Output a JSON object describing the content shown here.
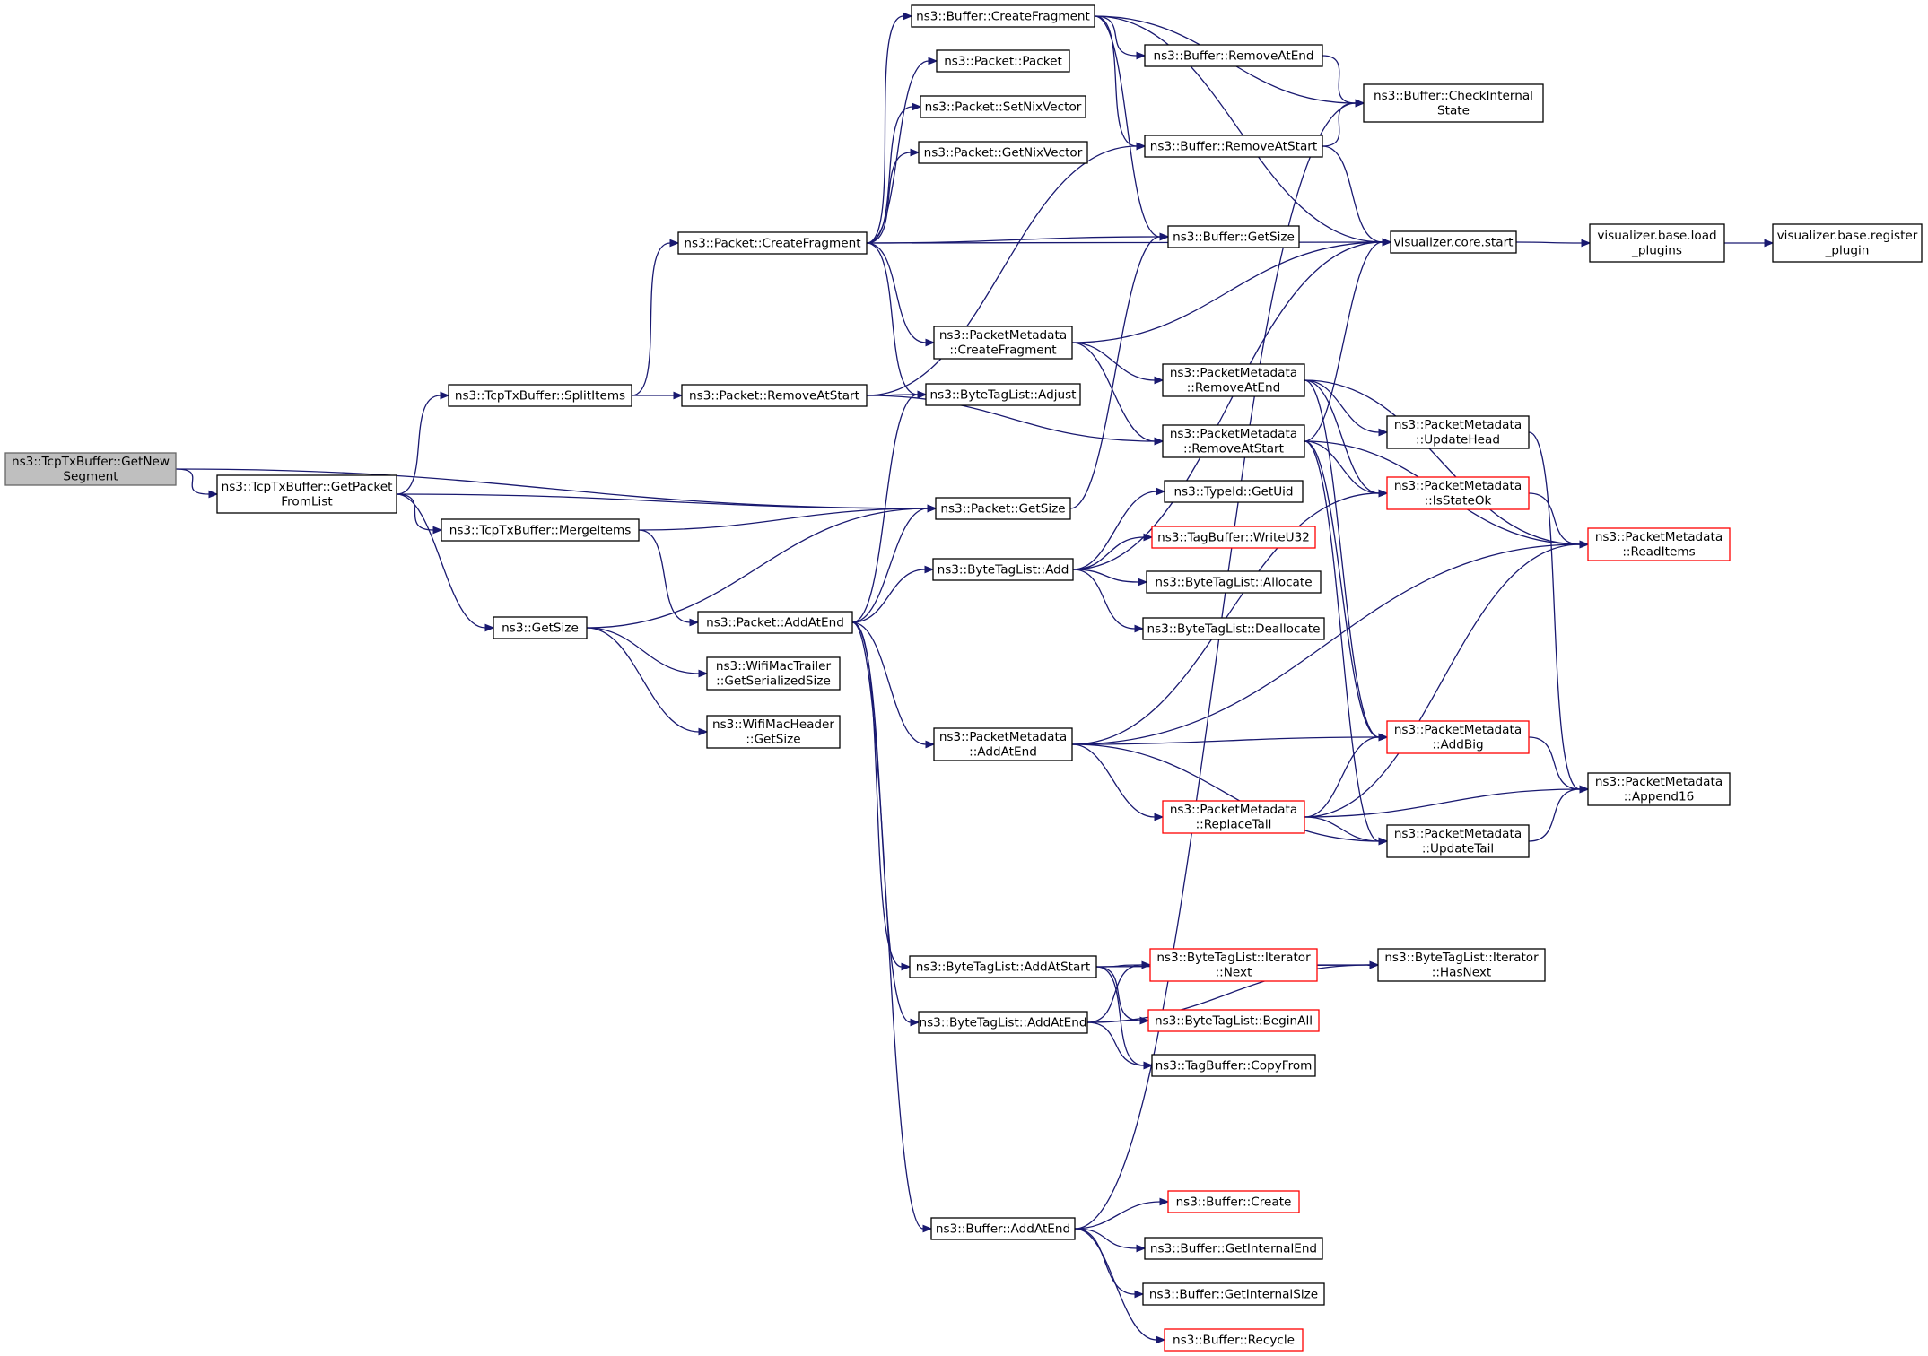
{
  "colors": {
    "edge": "#191970",
    "node_border": "#000000",
    "truncated_border": "#ff0000",
    "root_fill": "#bfbfbf"
  },
  "nodes": [
    {
      "id": "root",
      "lines": [
        "ns3::TcpTxBuffer::GetNew",
        "Segment"
      ],
      "style": "root"
    },
    {
      "id": "getpacketfromlist",
      "lines": [
        "ns3::TcpTxBuffer::GetPacket",
        "FromList"
      ]
    },
    {
      "id": "splititems",
      "lines": [
        "ns3::TcpTxBuffer::SplitItems"
      ]
    },
    {
      "id": "mergeitems",
      "lines": [
        "ns3::TcpTxBuffer::MergeItems"
      ]
    },
    {
      "id": "getsize",
      "lines": [
        "ns3::GetSize"
      ]
    },
    {
      "id": "packet_createfragment",
      "lines": [
        "ns3::Packet::CreateFragment"
      ]
    },
    {
      "id": "packet_removeatstart",
      "lines": [
        "ns3::Packet::RemoveAtStart"
      ]
    },
    {
      "id": "packet_addatend",
      "lines": [
        "ns3::Packet::AddAtEnd"
      ]
    },
    {
      "id": "wifimactrailer",
      "lines": [
        "ns3::WifiMacTrailer",
        "::GetSerializedSize"
      ]
    },
    {
      "id": "wifimacheader",
      "lines": [
        "ns3::WifiMacHeader",
        "::GetSize"
      ]
    },
    {
      "id": "buffer_createfragment",
      "lines": [
        "ns3::Buffer::CreateFragment"
      ]
    },
    {
      "id": "packet_packet",
      "lines": [
        "ns3::Packet::Packet"
      ]
    },
    {
      "id": "packet_setnix",
      "lines": [
        "ns3::Packet::SetNixVector"
      ]
    },
    {
      "id": "packet_getnix",
      "lines": [
        "ns3::Packet::GetNixVector"
      ]
    },
    {
      "id": "pm_createfragment",
      "lines": [
        "ns3::PacketMetadata",
        "::CreateFragment"
      ]
    },
    {
      "id": "btl_adjust",
      "lines": [
        "ns3::ByteTagList::Adjust"
      ]
    },
    {
      "id": "packet_getsize",
      "lines": [
        "ns3::Packet::GetSize"
      ]
    },
    {
      "id": "btl_add",
      "lines": [
        "ns3::ByteTagList::Add"
      ]
    },
    {
      "id": "pm_addatend",
      "lines": [
        "ns3::PacketMetadata",
        "::AddAtEnd"
      ]
    },
    {
      "id": "btl_addatstart",
      "lines": [
        "ns3::ByteTagList::AddAtStart"
      ]
    },
    {
      "id": "btl_addatend",
      "lines": [
        "ns3::ByteTagList::AddAtEnd"
      ]
    },
    {
      "id": "buffer_addatend",
      "lines": [
        "ns3::Buffer::AddAtEnd"
      ]
    },
    {
      "id": "buffer_removeatend",
      "lines": [
        "ns3::Buffer::RemoveAtEnd"
      ]
    },
    {
      "id": "buffer_removeatstart",
      "lines": [
        "ns3::Buffer::RemoveAtStart"
      ]
    },
    {
      "id": "buffer_getsize",
      "lines": [
        "ns3::Buffer::GetSize"
      ]
    },
    {
      "id": "pm_removeatend",
      "lines": [
        "ns3::PacketMetadata",
        "::RemoveAtEnd"
      ]
    },
    {
      "id": "pm_removeatstart",
      "lines": [
        "ns3::PacketMetadata",
        "::RemoveAtStart"
      ]
    },
    {
      "id": "typeid_getuid",
      "lines": [
        "ns3::TypeId::GetUid"
      ]
    },
    {
      "id": "tagbuffer_writeu32",
      "lines": [
        "ns3::TagBuffer::WriteU32"
      ],
      "style": "trunc"
    },
    {
      "id": "btl_allocate",
      "lines": [
        "ns3::ByteTagList::Allocate"
      ]
    },
    {
      "id": "btl_deallocate",
      "lines": [
        "ns3::ByteTagList::Deallocate"
      ]
    },
    {
      "id": "pm_replacetail",
      "lines": [
        "ns3::PacketMetadata",
        "::ReplaceTail"
      ],
      "style": "trunc"
    },
    {
      "id": "btl_iter_next",
      "lines": [
        "ns3::ByteTagList::Iterator",
        "::Next"
      ],
      "style": "trunc"
    },
    {
      "id": "btl_beginall",
      "lines": [
        "ns3::ByteTagList::BeginAll"
      ],
      "style": "trunc"
    },
    {
      "id": "tagbuffer_copyfrom",
      "lines": [
        "ns3::TagBuffer::CopyFrom"
      ]
    },
    {
      "id": "buffer_create",
      "lines": [
        "ns3::Buffer::Create"
      ],
      "style": "trunc"
    },
    {
      "id": "buffer_getinternalend",
      "lines": [
        "ns3::Buffer::GetInternalEnd"
      ]
    },
    {
      "id": "buffer_getinternalsize",
      "lines": [
        "ns3::Buffer::GetInternalSize"
      ]
    },
    {
      "id": "buffer_recycle",
      "lines": [
        "ns3::Buffer::Recycle"
      ],
      "style": "trunc"
    },
    {
      "id": "buffer_checkinternal",
      "lines": [
        "ns3::Buffer::CheckInternal",
        "State"
      ]
    },
    {
      "id": "viz_core_start",
      "lines": [
        "visualizer.core.start"
      ]
    },
    {
      "id": "pm_updatehead",
      "lines": [
        "ns3::PacketMetadata",
        "::UpdateHead"
      ]
    },
    {
      "id": "pm_isstateok",
      "lines": [
        "ns3::PacketMetadata",
        "::IsStateOk"
      ],
      "style": "trunc"
    },
    {
      "id": "pm_addbig",
      "lines": [
        "ns3::PacketMetadata",
        "::AddBig"
      ],
      "style": "trunc"
    },
    {
      "id": "pm_updatetail",
      "lines": [
        "ns3::PacketMetadata",
        "::UpdateTail"
      ]
    },
    {
      "id": "btl_iter_hasnext",
      "lines": [
        "ns3::ByteTagList::Iterator",
        "::HasNext"
      ]
    },
    {
      "id": "viz_base_load",
      "lines": [
        "visualizer.base.load",
        "_plugins"
      ]
    },
    {
      "id": "pm_readitems",
      "lines": [
        "ns3::PacketMetadata",
        "::ReadItems"
      ],
      "style": "trunc"
    },
    {
      "id": "pm_append16",
      "lines": [
        "ns3::PacketMetadata",
        "::Append16"
      ]
    },
    {
      "id": "viz_base_register",
      "lines": [
        "visualizer.base.register",
        "_plugin"
      ]
    }
  ],
  "edges": [
    [
      "root",
      "getpacketfromlist"
    ],
    [
      "root",
      "packet_getsize"
    ],
    [
      "getpacketfromlist",
      "splititems"
    ],
    [
      "getpacketfromlist",
      "packet_getsize"
    ],
    [
      "getpacketfromlist",
      "mergeitems"
    ],
    [
      "getpacketfromlist",
      "getsize"
    ],
    [
      "splititems",
      "packet_createfragment"
    ],
    [
      "splititems",
      "packet_removeatstart"
    ],
    [
      "mergeitems",
      "packet_getsize"
    ],
    [
      "mergeitems",
      "packet_addatend"
    ],
    [
      "getsize",
      "packet_getsize"
    ],
    [
      "getsize",
      "wifimactrailer"
    ],
    [
      "getsize",
      "wifimacheader"
    ],
    [
      "packet_createfragment",
      "buffer_createfragment"
    ],
    [
      "packet_createfragment",
      "packet_packet"
    ],
    [
      "packet_createfragment",
      "packet_setnix"
    ],
    [
      "packet_createfragment",
      "packet_getnix"
    ],
    [
      "packet_createfragment",
      "viz_core_start"
    ],
    [
      "packet_createfragment",
      "buffer_getsize"
    ],
    [
      "packet_createfragment",
      "pm_createfragment"
    ],
    [
      "packet_createfragment",
      "btl_adjust"
    ],
    [
      "packet_removeatstart",
      "buffer_removeatstart"
    ],
    [
      "packet_removeatstart",
      "btl_adjust"
    ],
    [
      "packet_removeatstart",
      "pm_removeatstart"
    ],
    [
      "packet_addatend",
      "btl_adjust"
    ],
    [
      "packet_addatend",
      "packet_getsize"
    ],
    [
      "packet_addatend",
      "btl_add"
    ],
    [
      "packet_addatend",
      "pm_addatend"
    ],
    [
      "packet_addatend",
      "btl_addatstart"
    ],
    [
      "packet_addatend",
      "btl_addatend"
    ],
    [
      "packet_addatend",
      "buffer_addatend"
    ],
    [
      "buffer_createfragment",
      "buffer_removeatend"
    ],
    [
      "buffer_createfragment",
      "buffer_checkinternal"
    ],
    [
      "buffer_createfragment",
      "buffer_removeatstart"
    ],
    [
      "buffer_createfragment",
      "viz_core_start"
    ],
    [
      "buffer_createfragment",
      "buffer_getsize"
    ],
    [
      "buffer_removeatend",
      "buffer_checkinternal"
    ],
    [
      "buffer_removeatstart",
      "buffer_checkinternal"
    ],
    [
      "buffer_removeatstart",
      "viz_core_start"
    ],
    [
      "pm_createfragment",
      "viz_core_start"
    ],
    [
      "pm_createfragment",
      "pm_removeatend"
    ],
    [
      "pm_createfragment",
      "pm_removeatstart"
    ],
    [
      "packet_getsize",
      "buffer_getsize"
    ],
    [
      "pm_removeatend",
      "pm_updatehead"
    ],
    [
      "pm_removeatend",
      "pm_isstateok"
    ],
    [
      "pm_removeatend",
      "pm_readitems"
    ],
    [
      "pm_removeatend",
      "pm_addbig"
    ],
    [
      "pm_removeatstart",
      "viz_core_start"
    ],
    [
      "pm_removeatstart",
      "pm_isstateok"
    ],
    [
      "pm_removeatstart",
      "pm_readitems"
    ],
    [
      "pm_removeatstart",
      "pm_addbig"
    ],
    [
      "pm_removeatstart",
      "pm_updatetail"
    ],
    [
      "btl_add",
      "typeid_getuid"
    ],
    [
      "btl_add",
      "tagbuffer_writeu32"
    ],
    [
      "btl_add",
      "btl_allocate"
    ],
    [
      "btl_add",
      "btl_deallocate"
    ],
    [
      "btl_add",
      "viz_core_start"
    ],
    [
      "pm_addatend",
      "pm_isstateok"
    ],
    [
      "pm_addatend",
      "pm_readitems"
    ],
    [
      "pm_addatend",
      "pm_addbig"
    ],
    [
      "pm_addatend",
      "pm_replacetail"
    ],
    [
      "pm_addatend",
      "pm_updatetail"
    ],
    [
      "pm_replacetail",
      "pm_addbig"
    ],
    [
      "pm_replacetail",
      "pm_readitems"
    ],
    [
      "pm_replacetail",
      "pm_updatetail"
    ],
    [
      "pm_replacetail",
      "pm_append16"
    ],
    [
      "btl_addatstart",
      "btl_iter_hasnext"
    ],
    [
      "btl_addatstart",
      "btl_iter_next"
    ],
    [
      "btl_addatstart",
      "btl_beginall"
    ],
    [
      "btl_addatstart",
      "tagbuffer_copyfrom"
    ],
    [
      "btl_addatend",
      "btl_iter_next"
    ],
    [
      "btl_addatend",
      "btl_beginall"
    ],
    [
      "btl_addatend",
      "tagbuffer_copyfrom"
    ],
    [
      "btl_addatend",
      "btl_iter_hasnext"
    ],
    [
      "btl_iter_next",
      "btl_iter_hasnext"
    ],
    [
      "buffer_addatend",
      "buffer_create"
    ],
    [
      "buffer_addatend",
      "buffer_getinternalend"
    ],
    [
      "buffer_addatend",
      "buffer_getinternalsize"
    ],
    [
      "buffer_addatend",
      "buffer_recycle"
    ],
    [
      "buffer_addatend",
      "buffer_checkinternal"
    ],
    [
      "viz_core_start",
      "viz_base_load"
    ],
    [
      "viz_base_load",
      "viz_base_register"
    ],
    [
      "pm_updatehead",
      "pm_append16"
    ],
    [
      "pm_isstateok",
      "pm_readitems"
    ],
    [
      "pm_addbig",
      "pm_append16"
    ],
    [
      "pm_updatetail",
      "pm_append16"
    ]
  ]
}
